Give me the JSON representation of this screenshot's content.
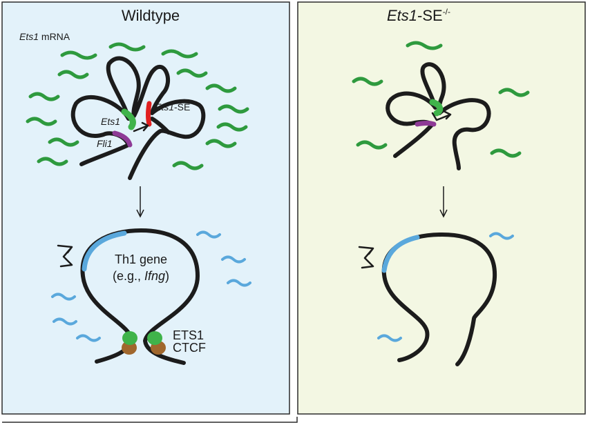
{
  "left_panel": {
    "title": "Wildtype",
    "mrna_label": {
      "gene": "Ets1",
      "suffix": " mRNA"
    },
    "ets1_label": "Ets1",
    "fli1_label": "Fli1",
    "se_label": {
      "gene": "Ets1",
      "suffix": "-SE"
    },
    "gene_label_line1": "Th1 gene",
    "gene_label_line2": {
      "prefix": "(e.g., ",
      "gene": "Ifng",
      "suffix": ")"
    },
    "ets1_protein_label": "ETS1",
    "ctcf_label": "CTCF",
    "background": "#e3f2fa"
  },
  "right_panel": {
    "title": {
      "gene": "Ets1",
      "suffix": "-SE",
      "superscript": "-/-"
    },
    "background": "#f3f7e3"
  },
  "colors": {
    "chromatin": "#1c1c1c",
    "ets1_mrna": "#2e9a3e",
    "th1_mrna": "#5aa8dc",
    "super_enhancer": "#e02020",
    "fli1": "#8e3a96",
    "ets1_protein": "#3fb34a",
    "ctcf_protein": "#a0672d"
  }
}
